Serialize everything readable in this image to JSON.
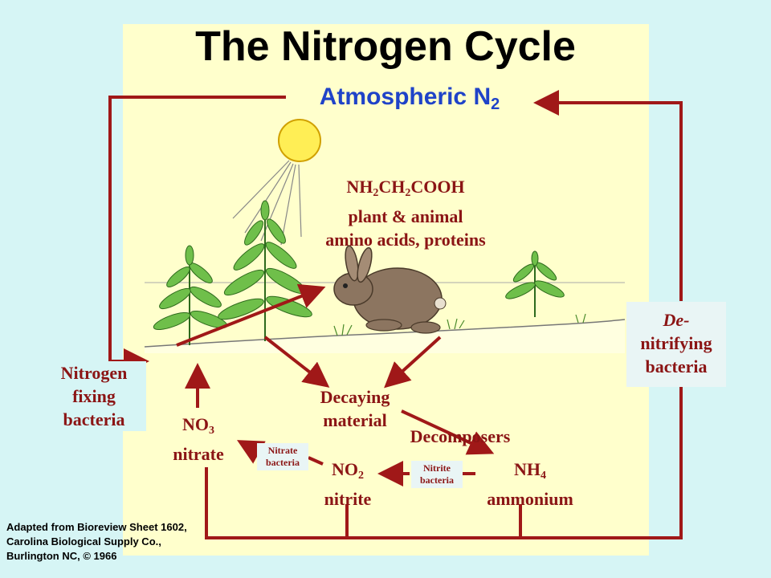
{
  "title": "The Nitrogen Cycle",
  "atmospheric": {
    "text": "Atmospheric N",
    "sub": "2"
  },
  "amino": {
    "formula_parts": [
      "NH",
      "2",
      "CH",
      "2",
      "COOH"
    ],
    "line2": "plant & animal",
    "line3": "amino acids, proteins"
  },
  "nitrogen_fixing": [
    "Nitrogen",
    "fixing",
    "bacteria"
  ],
  "denitrifying": [
    "De-",
    "nitrifying",
    "bacteria"
  ],
  "nitrate": {
    "formula": "NO",
    "sub": "3",
    "name": "nitrate"
  },
  "nitrite": {
    "formula": "NO",
    "sub": "2",
    "name": "nitrite"
  },
  "ammonium": {
    "formula": "NH",
    "sub": "4",
    "name": "ammonium"
  },
  "decaying": [
    "Decaying",
    "material"
  ],
  "decomposers": "Decomposers",
  "nitrate_bacteria": [
    "Nitrate",
    "bacteria"
  ],
  "nitrite_bacteria": [
    "Nitrite",
    "bacteria"
  ],
  "credit": "Adapted from Bioreview Sheet 1602, Carolina Biological Supply Co., Burlington NC, © 1966",
  "colors": {
    "background": "#d6f5f5",
    "panel": "#ffffcc",
    "arrow": "#a01818",
    "label": "#8b1515",
    "title_blue": "#1f43c8",
    "sun": "#ffee55"
  }
}
